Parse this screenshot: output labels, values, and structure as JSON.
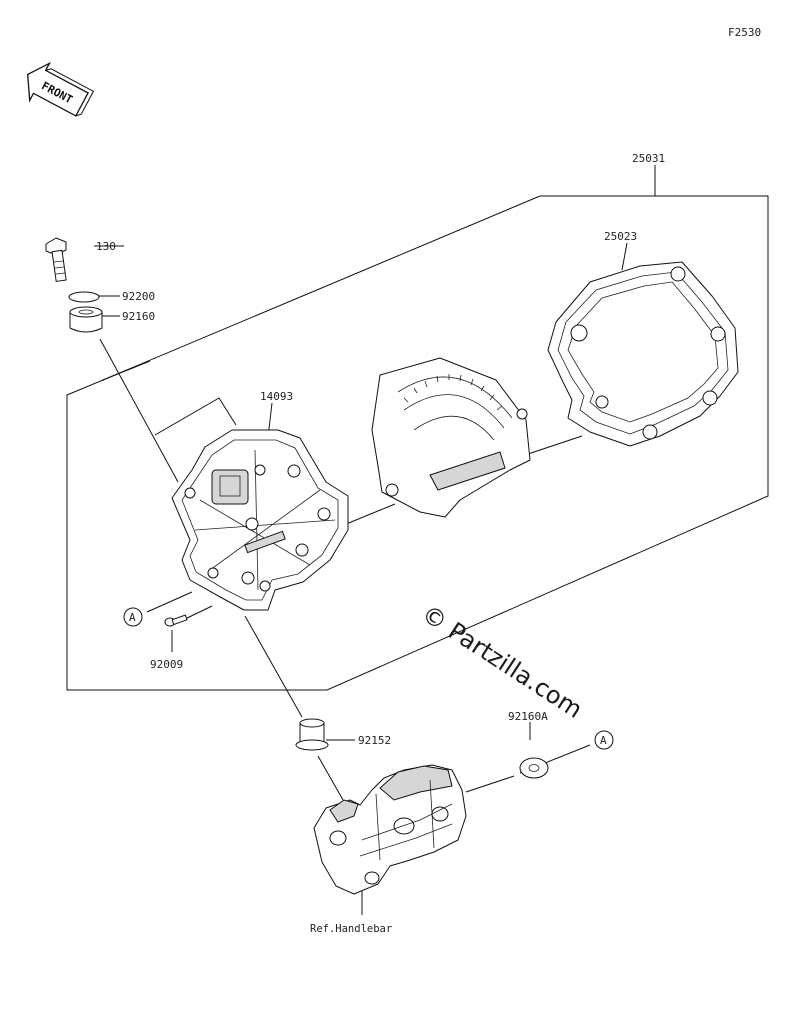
{
  "figure_code": "F2530",
  "front_badge": "FRONT",
  "watermark": "© Partzilla.com",
  "callout_letter": "A",
  "parts": {
    "assembly": "25031",
    "glass_cover": "25023",
    "meter_case": "14093",
    "bolt": "130",
    "washer_ring": "92200",
    "damper": "92160",
    "screw": "92009",
    "collar": "92152",
    "damper_a": "92160A",
    "ref_handlebar": "Ref.Handlebar"
  }
}
